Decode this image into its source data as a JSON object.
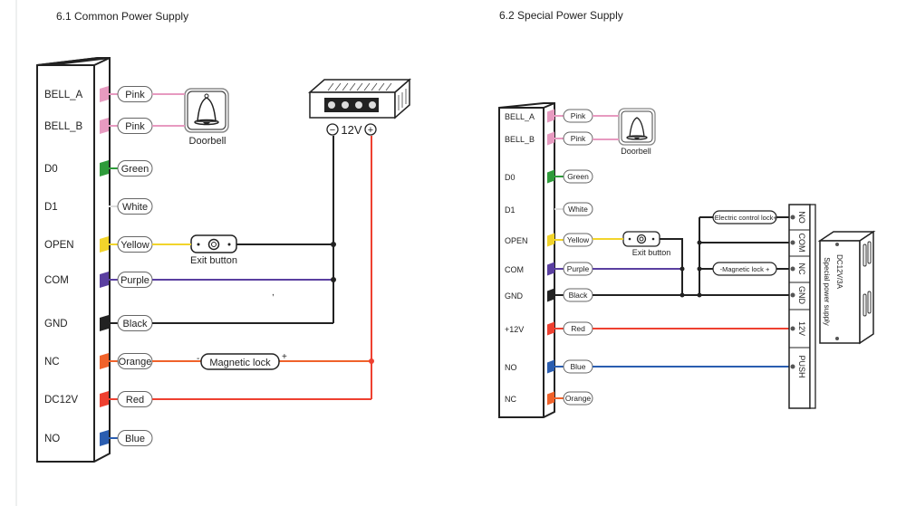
{
  "section_6_1": {
    "title": "6.1 Common Power Supply",
    "terminals": [
      {
        "label": "BELL_A",
        "wire": "Pink",
        "color": "#e79ac0"
      },
      {
        "label": "BELL_B",
        "wire": "Pink",
        "color": "#e79ac0"
      },
      {
        "label": "D0",
        "wire": "Green",
        "color": "#2e9b3a"
      },
      {
        "label": "D1",
        "wire": "White",
        "color": "#ffffff"
      },
      {
        "label": "OPEN",
        "wire": "Yellow",
        "color": "#f2d42b"
      },
      {
        "label": "COM",
        "wire": "Purple",
        "color": "#5a3fa0"
      },
      {
        "label": "GND",
        "wire": "Black",
        "color": "#222222"
      },
      {
        "label": "NC",
        "wire": "Orange",
        "color": "#f0622a"
      },
      {
        "label": "DC12V",
        "wire": "Red",
        "color": "#ee4030"
      },
      {
        "label": "NO",
        "wire": "Blue",
        "color": "#2a5db0"
      }
    ],
    "doorbell_label": "Doorbell",
    "exit_button_label": "Exit button",
    "magnetic_lock_label": "Magnetic lock",
    "magnetic_lock_minus": "-",
    "magnetic_lock_plus": "+",
    "psu_voltage": "12V",
    "psu_minus": "−",
    "psu_plus": "+"
  },
  "section_6_2": {
    "title": "6.2  Special Power Supply",
    "terminals": [
      {
        "label": "BELL_A",
        "wire": "Pink",
        "color": "#e79ac0"
      },
      {
        "label": "BELL_B",
        "wire": "Pink",
        "color": "#e79ac0"
      },
      {
        "label": "D0",
        "wire": "Green",
        "color": "#2e9b3a"
      },
      {
        "label": "D1",
        "wire": "White",
        "color": "#ffffff"
      },
      {
        "label": "OPEN",
        "wire": "Yellow",
        "color": "#f2d42b"
      },
      {
        "label": "COM",
        "wire": "Purple",
        "color": "#5a3fa0"
      },
      {
        "label": "GND",
        "wire": "Black",
        "color": "#222222"
      },
      {
        "label": "+12V",
        "wire": "Red",
        "color": "#ee4030"
      },
      {
        "label": "NO",
        "wire": "Blue",
        "color": "#2a5db0"
      },
      {
        "label": "NC",
        "wire": "Orange",
        "color": "#f0622a"
      }
    ],
    "doorbell_label": "Doorbell",
    "exit_button_label": "Exit button",
    "electric_lock_label": "-Electric control lock+",
    "magnetic_lock_label": "-Magnetic lock +",
    "psu_terminals": [
      "NO",
      "COM",
      "NC",
      "GND",
      "12V",
      "PUSH"
    ],
    "psu_spec": "DC12V/3A",
    "psu_name": "Special power supply"
  }
}
